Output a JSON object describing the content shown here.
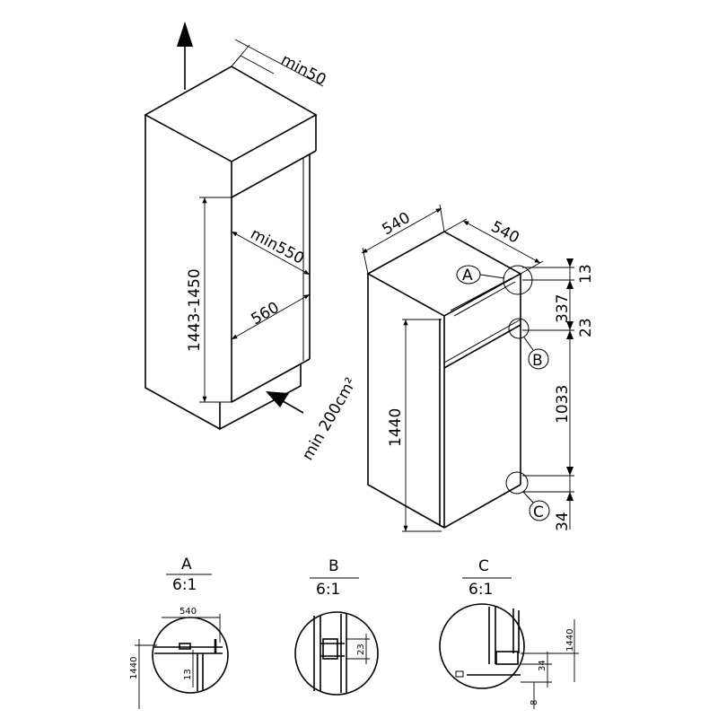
{
  "colors": {
    "ink": "#000000",
    "paper": "#ffffff"
  },
  "icons": {
    "airflow_arrow": "up-arrow-icon",
    "vent_arrow": "diagonal-arrow-icon"
  },
  "niche": {
    "min50": "min50",
    "height_range": "1443-1450",
    "min550": "min550",
    "width560": "560",
    "vent": "min 200cm²"
  },
  "fridge": {
    "w540": "540",
    "d540": "540",
    "h1440": "1440",
    "d13": "13",
    "d337": "337",
    "d23": "23",
    "d1033": "1033",
    "d34": "34",
    "callouts": [
      "A",
      "B",
      "C"
    ]
  },
  "details": [
    {
      "letter": "A",
      "scale": "6:1",
      "dims": [
        "540",
        "1440",
        "13"
      ]
    },
    {
      "letter": "B",
      "scale": "6:1",
      "dims": [
        "23"
      ]
    },
    {
      "letter": "C",
      "scale": "6:1",
      "dims": [
        "1440",
        "34",
        "8"
      ]
    }
  ]
}
